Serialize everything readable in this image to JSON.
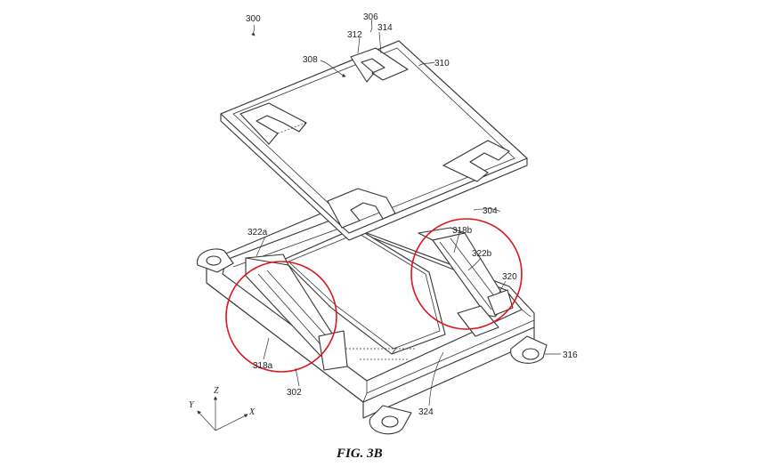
{
  "figure": {
    "caption": "FIG. 3B",
    "accent_color": "#e0151b"
  },
  "refs": {
    "r300": "300",
    "r306": "306",
    "r312": "312",
    "r314": "314",
    "r308": "308",
    "r310": "310",
    "r304": "304",
    "r322a": "322a",
    "r318b": "318b",
    "r322b": "322b",
    "r320": "320",
    "r316": "316",
    "r318a": "318a",
    "r302": "302",
    "r324": "324"
  },
  "axes": {
    "z": "Z",
    "y": "Y",
    "x": "X"
  }
}
